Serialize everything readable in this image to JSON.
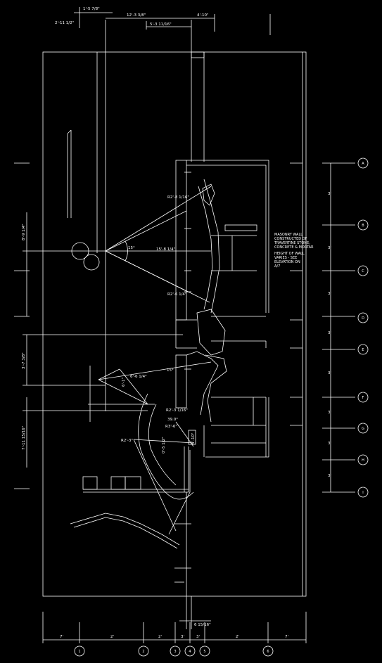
{
  "colors": {
    "background": "#000000",
    "linework": "#ffffff"
  },
  "dimensions": {
    "top_1": "1'-5 7/8\"",
    "top_2": "2'-11 1/2\"",
    "top_3": "12'-3 3/8\"",
    "top_4": "5'-3 11/16\"",
    "top_5": "4'-10\"",
    "left_1": "8'-9 1/4\"",
    "left_2": "3'-7 3/8\"",
    "left_3": "7'-11 15/16\"",
    "radius_1": "R2'-8 1/16\"",
    "radius_2": "R2'-6 1/4\"",
    "radius_3": "R2'-3\"",
    "radius_4": "R2'-3 1/16\"",
    "radius_5": "R3'-6\"",
    "center_1": "15'-8 1/4\"",
    "center_2": "6'-6 1/4\"",
    "small_1": "0'-5 1/2\"",
    "small_2": "6'-1\"",
    "small_3": "4'-10\"",
    "bottom": "6 15/16\"",
    "angle_1": "15°",
    "angle_2": "15°",
    "angle_3": "39.0°"
  },
  "notes": {
    "masonry_lines": [
      "MASONRY WALL",
      "CONSTRUCTED OF",
      "TRAVERTINE STONE,",
      "CONCRETE & MORTAR",
      "HEIGHT OF WALL",
      "VARIES - SEE",
      "ELEVATION ON",
      "A/7"
    ]
  },
  "right_grid": {
    "bubbles": [
      "A",
      "B",
      "C",
      "D",
      "E",
      "F",
      "G",
      "H",
      "I"
    ],
    "dims": [
      "3'",
      "3'",
      "3'",
      "3'",
      "3'",
      "3'",
      "3'",
      "3'"
    ]
  },
  "bottom_grid": {
    "bubbles": [
      "1",
      "2",
      "3",
      "4",
      "5",
      "6"
    ],
    "dims": [
      "7'",
      "2'",
      "2'",
      "3'",
      "3'",
      "2'",
      "7'"
    ]
  }
}
